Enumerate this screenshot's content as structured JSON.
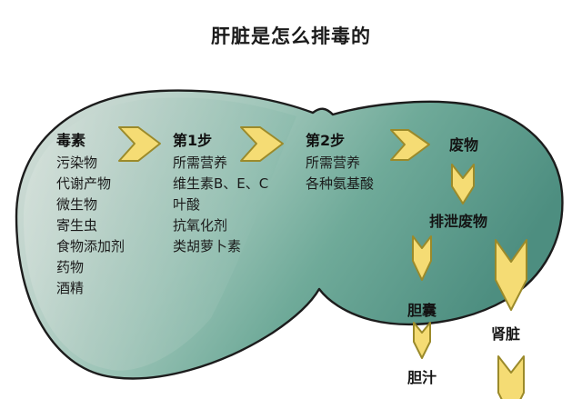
{
  "page": {
    "title": "肝脏是怎么排毒的",
    "background_color": "#ffffff"
  },
  "colors": {
    "liver_light": "#cfdcd6",
    "liver_mid": "#8fc0b2",
    "liver_dark": "#4f9183",
    "liver_outline": "#1c1c1c",
    "arrow_fill": "#f5dc74",
    "arrow_stroke": "#9b8a2a",
    "text": "#1b1b1b"
  },
  "columns": {
    "toxins": {
      "header": "毒素",
      "items": [
        "污染物",
        "代谢产物",
        "微生物",
        "寄生虫",
        "食物添加剂",
        "药物",
        "酒精"
      ]
    },
    "step1": {
      "header": "第1步",
      "items": [
        "所需营养",
        "维生素B、E、C",
        "叶酸",
        "抗氧化剂",
        "类胡萝卜素"
      ]
    },
    "step2": {
      "header": "第2步",
      "items": [
        "所需营养",
        "各种氨基酸"
      ]
    }
  },
  "nodes": {
    "waste": "废物",
    "excrete": "排泄废物",
    "gallbladder": "胆囊",
    "bile": "胆汁",
    "kidney": "肾脏"
  },
  "arrows": {
    "toxins_to_step1": "arrow-right-icon",
    "step1_to_step2": "arrow-right-icon",
    "step2_to_waste": "arrow-right-icon",
    "waste_to_excrete": "arrow-down-icon",
    "excrete_to_gallbladder": "arrow-down-icon",
    "gallbladder_to_bile": "arrow-down-icon",
    "excrete_to_kidney": "arrow-down-icon",
    "kidney_to_out": "arrow-down-icon"
  }
}
